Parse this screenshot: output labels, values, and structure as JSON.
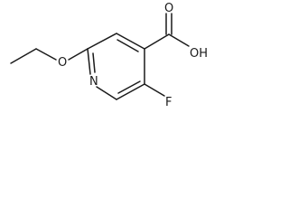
{
  "molecule": {
    "atom_labels": {
      "ring_nitrogen": "N",
      "ether_oxygen": "O",
      "carbonyl_oxygen": "O",
      "hydroxyl": "OH",
      "fluorine": "F"
    },
    "line_color": "#1a1a1a"
  }
}
